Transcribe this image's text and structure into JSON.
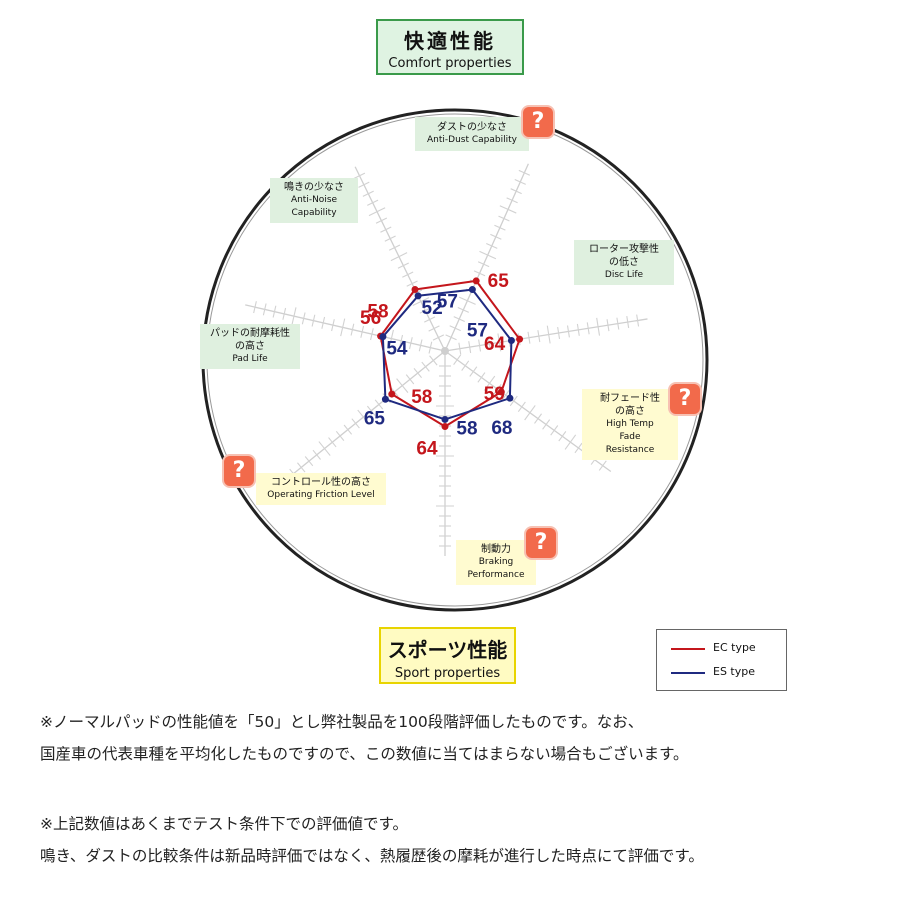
{
  "header": {
    "title_jp": "快適性能",
    "title_en": "Comfort properties"
  },
  "footer_box": {
    "title_jp": "スポーツ性能",
    "title_en": "Sport properties"
  },
  "chart_data": {
    "type": "radar",
    "axes": [
      {
        "jp": "ダストの少なさ",
        "en": "Anti-Dust Capability",
        "group": "comfort",
        "question": true
      },
      {
        "jp": "ローター攻撃性の低さ",
        "en": "Disc Life",
        "group": "comfort",
        "question": false
      },
      {
        "jp": "耐フェード性の高さ",
        "en": "High Temp Fade Resistance",
        "group": "sport",
        "question": true
      },
      {
        "jp": "制動力",
        "en": "Braking Performance",
        "group": "sport",
        "question": true
      },
      {
        "jp": "コントロール性の高さ",
        "en": "Operating Friction Level",
        "group": "sport",
        "question": true
      },
      {
        "jp": "パッドの耐摩耗性の高さ",
        "en": "Pad Life",
        "group": "comfort",
        "question": false
      },
      {
        "jp": "鳴きの少なさ",
        "en": "Anti-Noise Capability",
        "group": "comfort",
        "question": false
      }
    ],
    "series": [
      {
        "name": "EC type",
        "color": "#c4161c",
        "values": [
          65,
          64,
          59,
          64,
          58,
          56,
          58
        ]
      },
      {
        "name": "ES type",
        "color": "#1f2a80",
        "values": [
          57,
          57,
          68,
          58,
          65,
          54,
          52
        ]
      }
    ],
    "range": [
      0,
      100
    ]
  },
  "badge": {
    "symbol": "?"
  },
  "notes": [
    "※ノーマルパッドの性能値を「50」とし弊社製品を100段階評価したものです。なお、",
    "国産車の代表車種を平均化したものですので、この数値に当てはまらない場合もございます。",
    "※上記数値はあくまでテスト条件下での評価値です。",
    "鳴き、ダストの比較条件は新品時評価ではなく、熱履歴後の摩耗が進行した時点にて評価です。"
  ]
}
